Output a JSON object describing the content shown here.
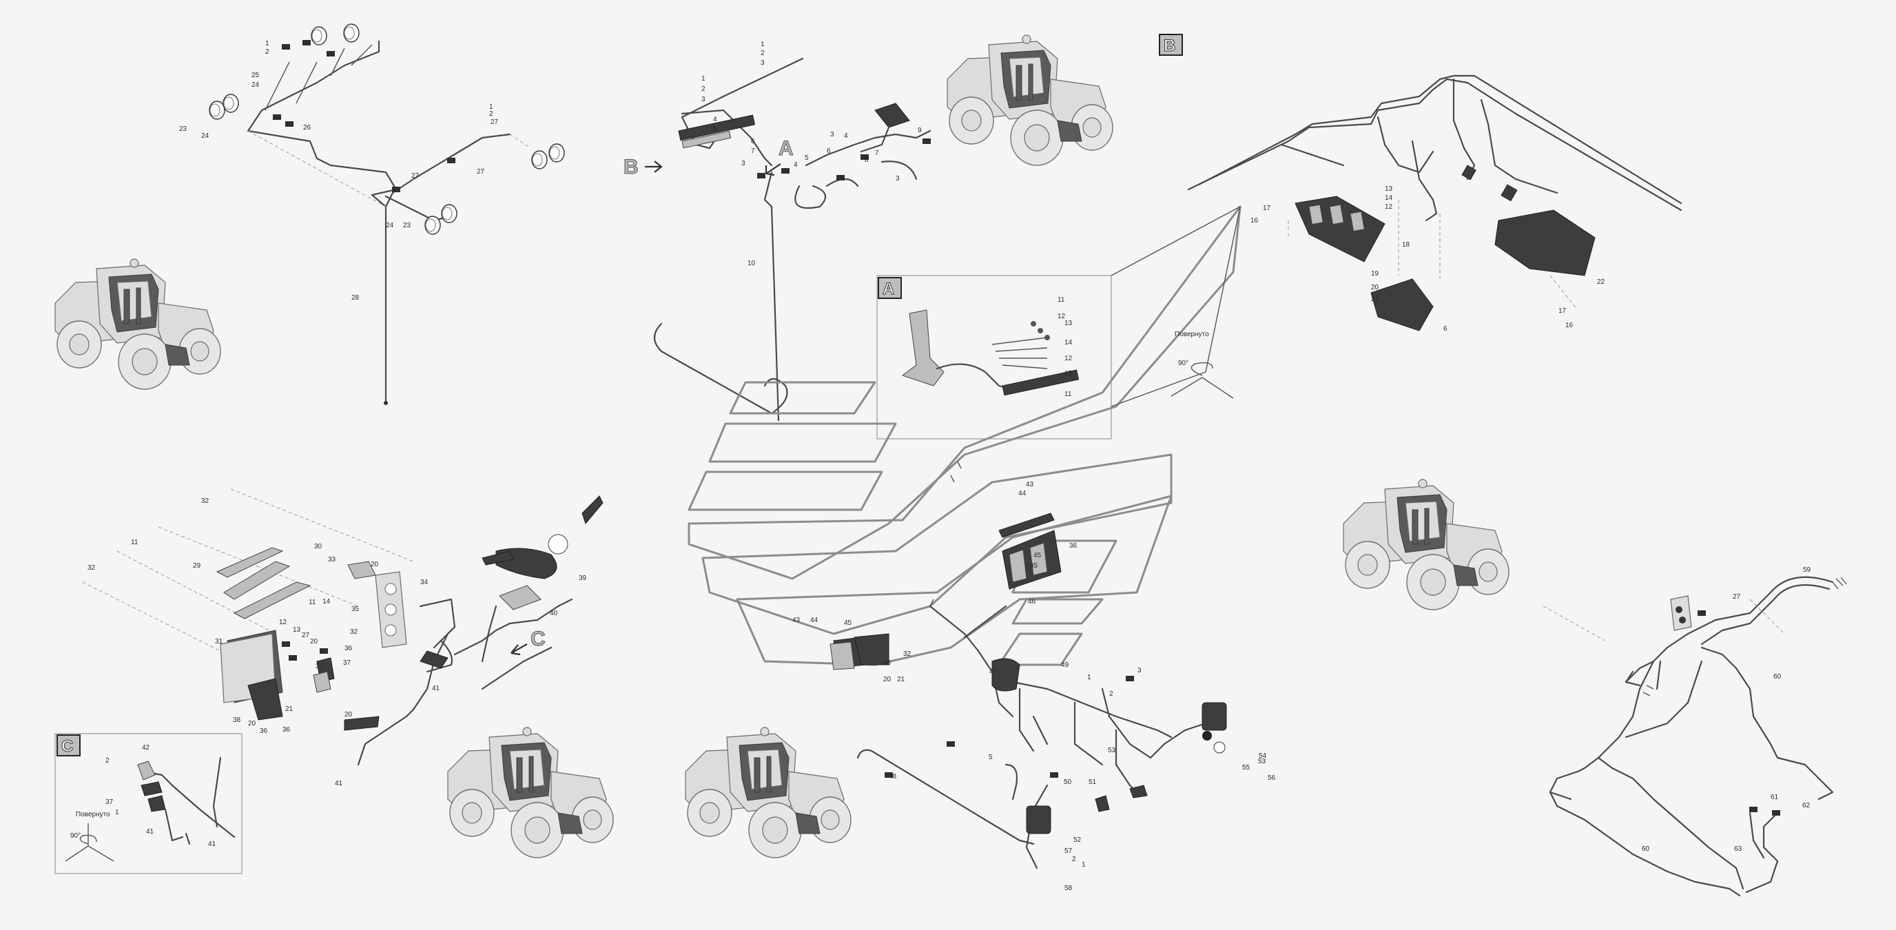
{
  "diagram": {
    "view_tags": [
      "A",
      "B",
      "C"
    ],
    "callout_letters": [
      "A",
      "B",
      "C"
    ],
    "rotated_note": "Повернуто",
    "rotation_angle": "90°",
    "labels": {
      "topleft": [
        "1",
        "2",
        "25",
        "24",
        "23",
        "24",
        "26",
        "1",
        "2",
        "27",
        "27",
        "27",
        "24",
        "23",
        "28"
      ],
      "topcenter": [
        "1",
        "2",
        "3",
        "1",
        "2",
        "3",
        "4",
        "5",
        "6",
        "7",
        "3",
        "4",
        "5",
        "6",
        "3",
        "4",
        "7",
        "8",
        "9",
        "3",
        "10"
      ],
      "detailA": [
        "11",
        "12",
        "13",
        "14",
        "12",
        "15",
        "11"
      ],
      "detailB": [
        "13",
        "14",
        "12",
        "17",
        "16",
        "18",
        "19",
        "20",
        "21",
        "6",
        "22",
        "17",
        "16"
      ],
      "left": [
        "32",
        "11",
        "32",
        "29",
        "30",
        "33",
        "20",
        "34",
        "35",
        "14",
        "11",
        "12",
        "13",
        "27",
        "20",
        "36",
        "37",
        "37",
        "31",
        "20",
        "36",
        "32",
        "21",
        "38",
        "20",
        "36",
        "39",
        "40",
        "41",
        "41"
      ],
      "detailC": [
        "42",
        "2",
        "37",
        "1",
        "41",
        "41",
        "90°"
      ],
      "center": [
        "43",
        "44",
        "45",
        "36",
        "45",
        "46",
        "43",
        "44",
        "45",
        "32",
        "46",
        "20",
        "21",
        "47",
        "49",
        "1",
        "2",
        "3",
        "5",
        "50",
        "51",
        "52",
        "53",
        "53",
        "54",
        "55",
        "56",
        "57",
        "2",
        "1",
        "58",
        "48"
      ],
      "right": [
        "59",
        "27",
        "60",
        "60",
        "61",
        "62",
        "63"
      ]
    }
  }
}
